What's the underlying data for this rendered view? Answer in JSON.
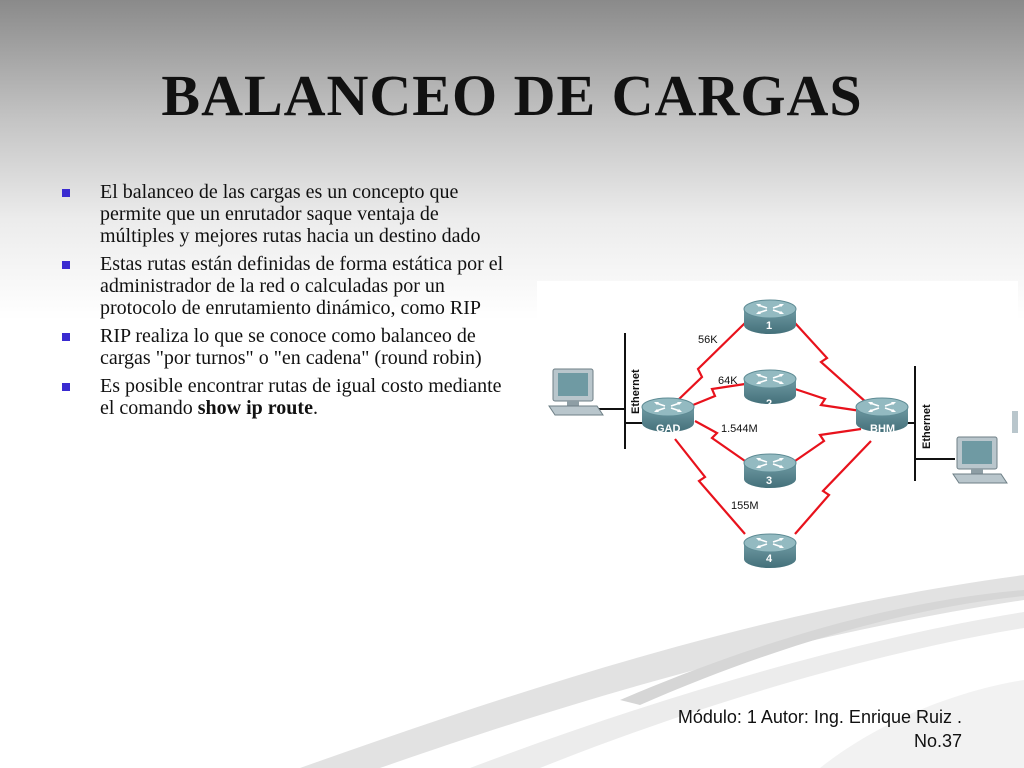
{
  "slide": {
    "title": "BALANCEO DE CARGAS",
    "bullets": [
      {
        "text": "El balanceo de las cargas es un concepto que permite que un enrutador saque ventaja de múltiples y mejores rutas hacia un destino dado"
      },
      {
        "text": "Estas rutas están definidas de forma estática por el administrador de la red o calculadas por un protocolo de enrutamiento dinámico, como RIP"
      },
      {
        "text": "RIP realiza lo que se conoce como balanceo de cargas \"por turnos\" o \"en cadena\" (round robin)"
      },
      {
        "pre": "Es posible encontrar rutas de igual costo mediante el comando ",
        "bold": "show ip route",
        "post": "."
      }
    ],
    "footer_line1": "Módulo: 1 Autor: Ing. Enrique Ruiz .",
    "footer_line2": "No.37"
  },
  "diagram": {
    "ethernet_left": "Ethernet",
    "ethernet_right": "Ethernet",
    "router_left": "GAD",
    "router_right": "BHM",
    "routers": [
      "1",
      "2",
      "3",
      "4"
    ],
    "links": [
      "56K",
      "64K",
      "1.544M",
      "155M"
    ],
    "colors": {
      "serial_link": "#e8121c",
      "router_body": "#5f8c95",
      "router_top": "#8fb6bd",
      "bullet": "#3a2bd0"
    }
  }
}
